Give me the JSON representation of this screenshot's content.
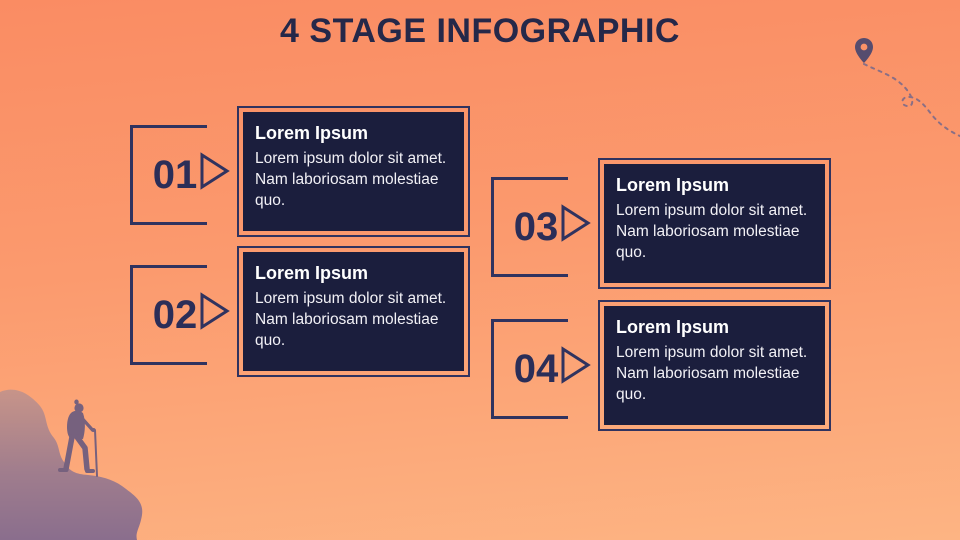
{
  "slide": {
    "title": "4 STAGE INFOGRAPHIC"
  },
  "stages": [
    {
      "number": "01",
      "title": "Lorem Ipsum",
      "body": "Lorem ipsum dolor sit amet. Nam laboriosam molestiae quo."
    },
    {
      "number": "02",
      "title": "Lorem Ipsum",
      "body": "Lorem ipsum dolor sit amet. Nam laboriosam molestiae quo."
    },
    {
      "number": "03",
      "title": "Lorem Ipsum",
      "body": "Lorem ipsum dolor sit amet. Nam laboriosam molestiae quo."
    },
    {
      "number": "04",
      "title": "Lorem Ipsum",
      "body": "Lorem ipsum dolor sit amet. Nam laboriosam molestiae quo."
    }
  ],
  "icons": {
    "arrow": "arrow-right-triangle-icon",
    "pin": "map-pin-icon",
    "trail": "dashed-trail",
    "mountain": "mountain-silhouette",
    "hiker": "hiker-silhouette"
  },
  "colors": {
    "bg_top": "#FA8C63",
    "bg_mid": "#FB9A6E",
    "bg_bottom": "#FDB483",
    "card_fill": "#1B1E3D",
    "outline": "#30335F",
    "number_color": "#2B2E58",
    "title_color": "#252849",
    "card_text": "#FFFFFF",
    "blob_top": "#C79489",
    "blob_bottom": "#8A6E8D",
    "hiker": "#76617E",
    "pin": "#564C6E",
    "trail": "#8A6F85"
  }
}
